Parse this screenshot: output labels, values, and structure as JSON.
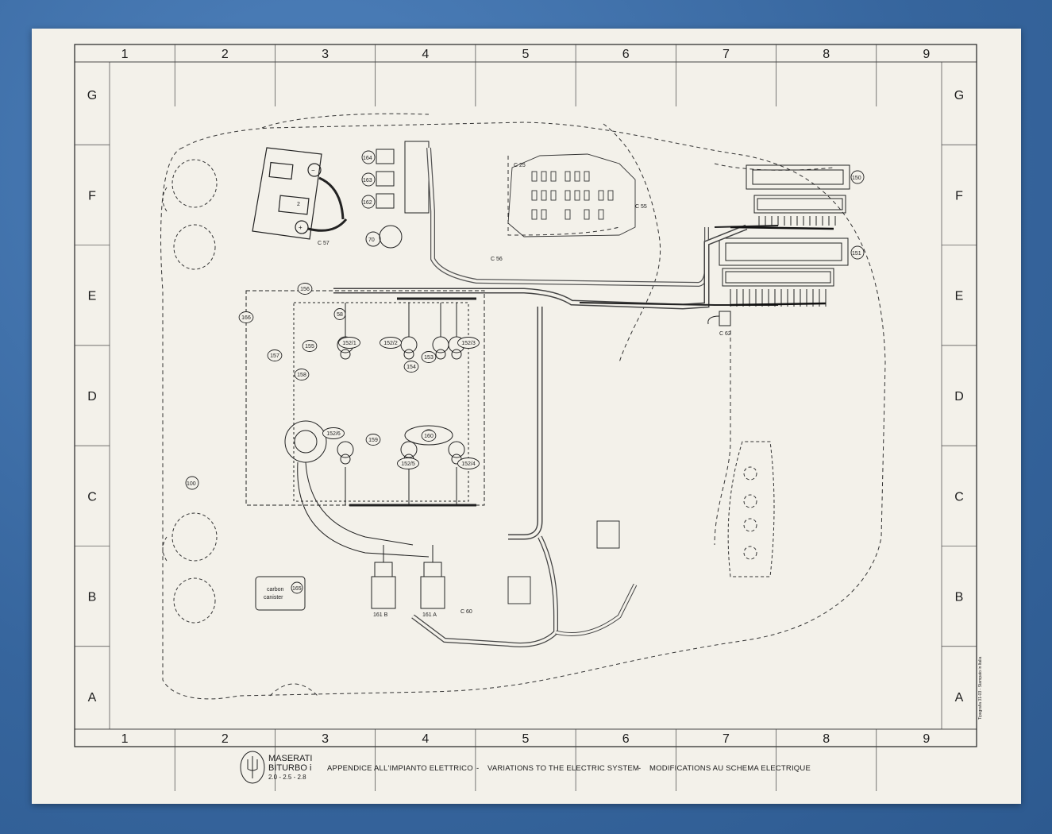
{
  "grid": {
    "columns": [
      "1",
      "2",
      "3",
      "4",
      "5",
      "6",
      "7",
      "8",
      "9"
    ],
    "rows": [
      "G",
      "F",
      "E",
      "D",
      "C",
      "B",
      "A"
    ]
  },
  "brand": {
    "name": "MASERATI",
    "model": "BITURBO i",
    "versions": "2.0 - 2.5 - 2.8",
    "logo": "trident-logo"
  },
  "title": {
    "italian": "APPENDICE ALL'IMPIANTO ELETTRICO",
    "english": "VARIATIONS TO THE ELECTRIC SYSTEM",
    "french": "MODIFICATIONS AU SCHEMA ELECTRIQUE",
    "separator": "-"
  },
  "components": [
    {
      "id": "164",
      "label": "164"
    },
    {
      "id": "163",
      "label": "163"
    },
    {
      "id": "162",
      "label": "162"
    },
    {
      "id": "2",
      "label": "2"
    },
    {
      "id": "70",
      "label": "70"
    },
    {
      "id": "c25",
      "label": "C 25"
    },
    {
      "id": "c55",
      "label": "C 55"
    },
    {
      "id": "c56",
      "label": "C 56"
    },
    {
      "id": "c57",
      "label": "C 57"
    },
    {
      "id": "c62",
      "label": "C 62"
    },
    {
      "id": "150",
      "label": "150"
    },
    {
      "id": "151",
      "label": "151"
    },
    {
      "id": "166",
      "label": "166"
    },
    {
      "id": "156",
      "label": "156"
    },
    {
      "id": "58",
      "label": "58"
    },
    {
      "id": "155",
      "label": "155"
    },
    {
      "id": "157",
      "label": "157"
    },
    {
      "id": "158",
      "label": "158"
    },
    {
      "id": "152_1",
      "label": "152/1"
    },
    {
      "id": "152_2",
      "label": "152/2"
    },
    {
      "id": "152_3",
      "label": "152/3"
    },
    {
      "id": "152_4",
      "label": "152/4"
    },
    {
      "id": "152_5",
      "label": "152/5"
    },
    {
      "id": "152_6",
      "label": "152/6"
    },
    {
      "id": "153",
      "label": "153"
    },
    {
      "id": "154",
      "label": "154"
    },
    {
      "id": "159",
      "label": "159"
    },
    {
      "id": "160",
      "label": "160"
    },
    {
      "id": "100",
      "label": "100"
    },
    {
      "id": "165",
      "label": "165"
    },
    {
      "id": "161a",
      "label": "161 A"
    },
    {
      "id": "161b",
      "label": "161 B"
    },
    {
      "id": "c60",
      "label": "C 60"
    }
  ],
  "canister": {
    "line1": "carbon",
    "line2": "canister"
  },
  "print_code": "Tipografia 31-03 - Stampato in Italia"
}
